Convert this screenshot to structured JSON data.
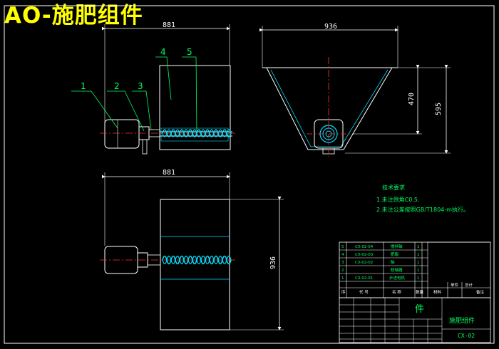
{
  "title": "AO-施肥组件",
  "front_view": {
    "width_dim": "881",
    "balloons": [
      "1",
      "2",
      "3",
      "4",
      "5"
    ]
  },
  "side_view": {
    "width_dim": "936",
    "height_inner_dim": "470",
    "height_outer_dim": "595"
  },
  "top_view": {
    "width_dim": "881",
    "height_dim": "936"
  },
  "tech_notes": {
    "heading": "技术要求",
    "lines": [
      "1.未注倒角C0.5.",
      "2.未注公差按照GB/T1804-m执行。"
    ]
  },
  "parts_list": {
    "rows": [
      {
        "no": "5",
        "code": "CX-02-04",
        "name": "搅拌轴",
        "qty": "1"
      },
      {
        "no": "4",
        "code": "CX-02-03",
        "name": "肥箱",
        "qty": "1"
      },
      {
        "no": "3",
        "code": "CX-02-02",
        "name": "轴",
        "qty": "1"
      },
      {
        "no": "2",
        "code": "",
        "name": "联轴器",
        "qty": "1"
      },
      {
        "no": "1",
        "code": "CX-02-01",
        "name": "步进电机",
        "qty": "1"
      }
    ],
    "header": [
      "序",
      "代 号",
      "名 称",
      "数量",
      "材料",
      "单件",
      "总计",
      "备注"
    ]
  },
  "title_block": {
    "part_char": "件",
    "drawing_name": "施肥组件",
    "drawing_code": "CX-02"
  }
}
